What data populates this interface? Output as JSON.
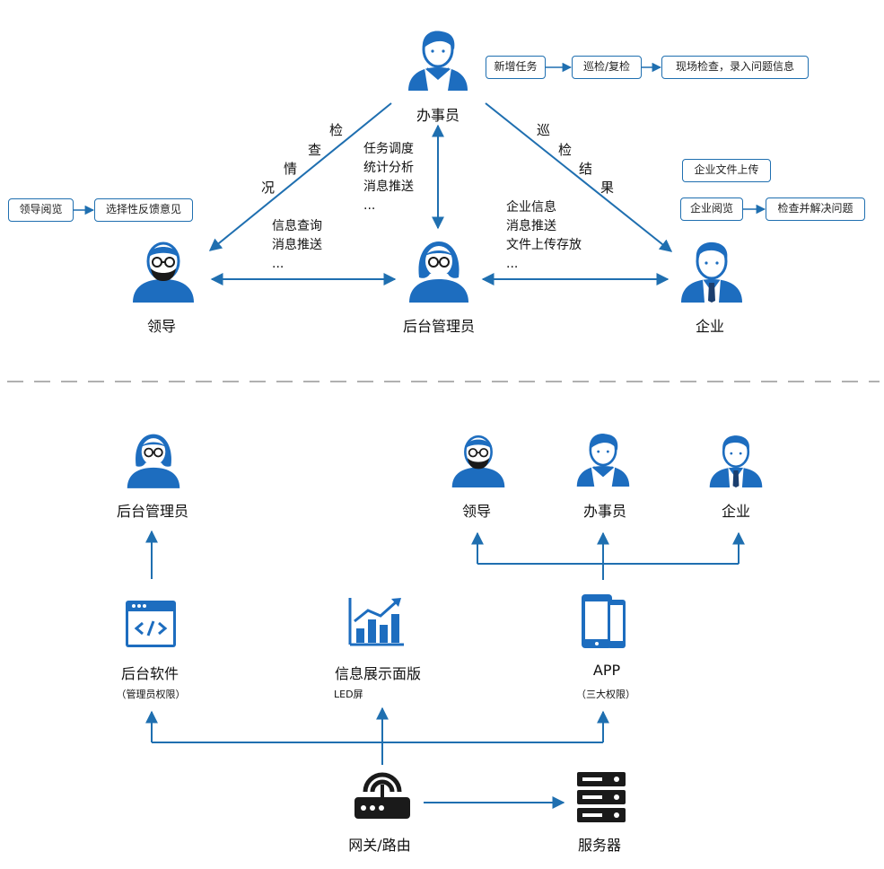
{
  "colors": {
    "primary": "#1f6fb0",
    "icon": "#1d6dbf",
    "dark": "#1a1a1a",
    "divider": "#b0b0b0"
  },
  "top": {
    "clerk": "办事员",
    "leader": "领导",
    "admin": "后台管理员",
    "enterprise": "企业",
    "clerk_steps": [
      "新增任务",
      "巡检/复检",
      "现场检查，录入问题信息"
    ],
    "leader_steps": [
      "领导阅览",
      "选择性反馈意见"
    ],
    "enterprise_upload": "企业文件上传",
    "enterprise_steps": [
      "企业阅览",
      "检查并解决问题"
    ],
    "edge_check_status": [
      "检",
      "查",
      "情",
      "况"
    ],
    "edge_inspect_result": [
      "巡",
      "检",
      "结",
      "果"
    ],
    "clerk_admin_notes": [
      "任务调度",
      "统计分析",
      "消息推送",
      "..."
    ],
    "leader_admin_notes": [
      "信息查询",
      "消息推送",
      "..."
    ],
    "enterprise_admin_notes": [
      "企业信息",
      "消息推送",
      "文件上传存放",
      "..."
    ]
  },
  "bottom": {
    "admin": "后台管理员",
    "leader": "领导",
    "clerk": "办事员",
    "enterprise": "企业",
    "backend_software": "后台软件",
    "backend_permission": "（管理员权限）",
    "display_board": "信息展示面版",
    "display_sub": "LED屏",
    "app": "APP",
    "app_permission": "（三大权限）",
    "gateway": "网关/路由",
    "server": "服务器"
  }
}
